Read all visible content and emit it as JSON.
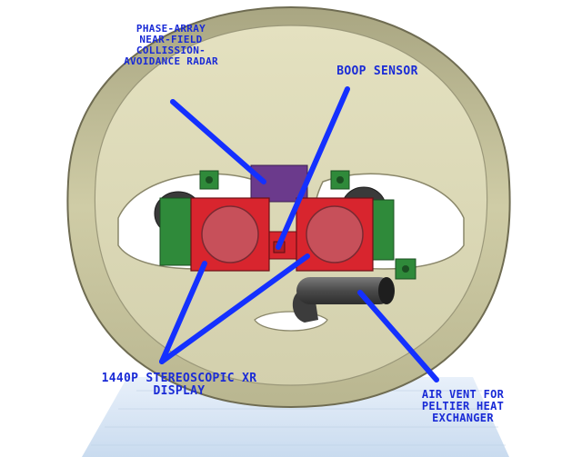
{
  "labels": {
    "radar": [
      "PHASE-ARRAY",
      "NEAR-FIELD",
      "COLLISSION-",
      "AVOIDANCE RADAR"
    ],
    "boop": [
      "BOOP SENSOR"
    ],
    "display": [
      "1440P STEREOSCOPIC XR",
      "DISPLAY"
    ],
    "vent": [
      "AIR VENT FOR",
      "PELTIER HEAT",
      "EXCHANGER"
    ]
  },
  "colors": {
    "label_text": "#1a2bd6",
    "arrow": "#1430ff",
    "shell": "#cfcca6",
    "shell_dark": "#8a876a",
    "eye_red": "#d8252e",
    "eye_inner": "#c7505a",
    "radar_purple": "#6b3a8c",
    "green_board": "#2f8a3a",
    "vent_grey": "#555555",
    "floor": "#dde9f6"
  }
}
